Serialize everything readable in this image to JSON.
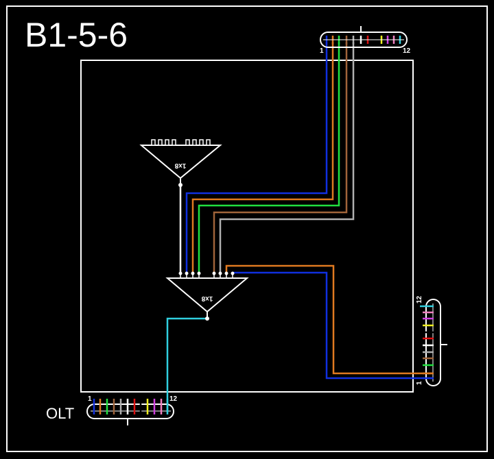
{
  "title": "B1-5-6",
  "olt_label": "OLT",
  "splitter_label": "1x8",
  "connector_numbers": {
    "first": "1",
    "last": "12"
  },
  "fiber_colors": {
    "blue": "#1030e0",
    "orange": "#e07a20",
    "green": "#20e040",
    "brown": "#a0643a",
    "gray": "#b0b0b0",
    "white": "#ffffff",
    "red": "#e01010",
    "black": "#000000",
    "yellow": "#f0f020",
    "violet": "#d040e0",
    "rose": "#f080c0",
    "aqua": "#30d0e0"
  }
}
